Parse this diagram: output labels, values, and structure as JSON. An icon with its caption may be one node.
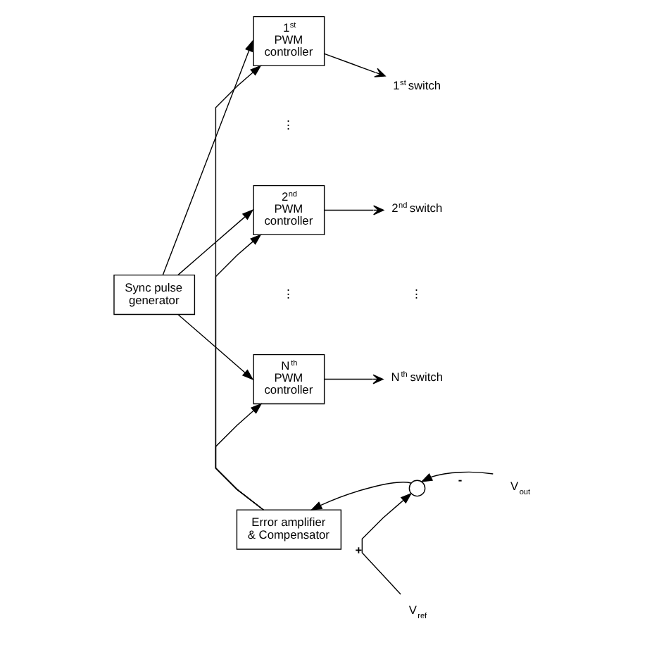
{
  "diagram": {
    "nodes": [
      {
        "text": [
          "Sync pulse generator"
        ]
      },
      {
        "text": [
          "1$^{st}$ PWM controller"
        ]
      },
      {
        "text": [
          "2$^{nd}$ PWM controller"
        ]
      },
      {
        "text": [
          "N$^{th}$ PWM controller"
        ]
      },
      {
        "text": [
          "Error amplifier & Compensator"
        ]
      },
      {
        "text": [],
        "shape": "circle"
      },
      {
        "text": [
          "1$^{st}$ switch"
        ]
      },
      {
        "text": [
          "2$^{nd}$ switch"
        ]
      },
      {
        "text": [
          "N$^{th}$ switch"
        ]
      },
      {
        "text": [
          "V$_{out}$"
        ]
      },
      {
        "text": [
          "V$_{ref}$"
        ]
      }
    ],
    "edges": [
      {
        "from": 0,
        "to": 1,
        "arrow": "to"
      },
      {
        "from": 0,
        "to": 2,
        "arrow": "to"
      },
      {
        "from": 0,
        "to": 3,
        "arrow": "to"
      },
      {
        "from": 4,
        "to": 1,
        "arrow": "to"
      },
      {
        "from": 4,
        "to": 2,
        "arrow": "to"
      },
      {
        "from": 4,
        "to": 3,
        "arrow": "to"
      },
      {
        "from": 1,
        "to": 6,
        "arrow": "to"
      },
      {
        "from": 2,
        "to": 7,
        "arrow": "to"
      },
      {
        "from": 3,
        "to": 8,
        "arrow": "to"
      },
      {
        "from": 9,
        "to": 5,
        "arrow": "to",
        "label": "-"
      },
      {
        "from": 10,
        "to": 5,
        "arrow": "to",
        "label": "+"
      },
      {
        "from": 5,
        "to": 4,
        "arrow": "to"
      }
    ],
    "labels": [
      "⋮",
      "⋮",
      "⋮"
    ]
  }
}
